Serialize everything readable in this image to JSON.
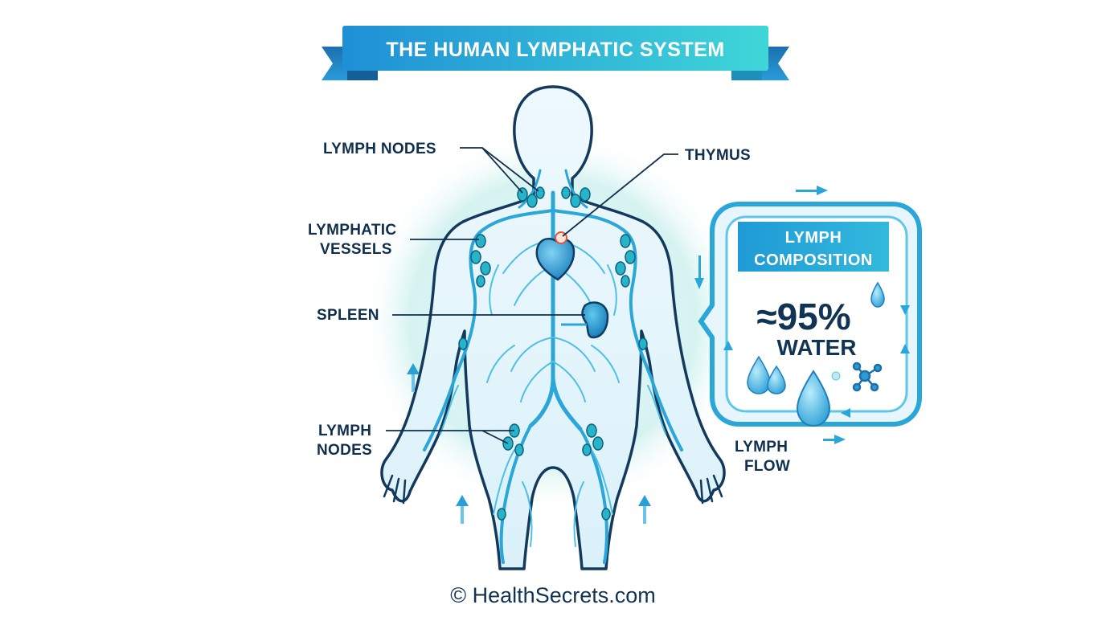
{
  "title": "THE HUMAN LYMPHATIC SYSTEM",
  "labels": {
    "lymph_nodes_top": "LYMPH NODES",
    "thymus": "THYMUS",
    "lymphatic_vessels_line1": "LYMPHATIC",
    "lymphatic_vessels_line2": "VESSELS",
    "spleen": "SPLEEN",
    "lymph_nodes_bottom_line1": "LYMPH",
    "lymph_nodes_bottom_line2": "NODES",
    "lymph_flow_line1": "LYMPH",
    "lymph_flow_line2": "FLOW"
  },
  "composition_box": {
    "heading_line1": "LYMPH",
    "heading_line2": "COMPOSITION",
    "value": "≈95%",
    "value_label": "WATER"
  },
  "footer": "© HealthSecrets.com",
  "colors": {
    "banner_start": "#1f8fd6",
    "banner_end": "#3fd6d8",
    "text_dark": "#0f2f4d",
    "vessel": "#2aa6d8",
    "node": "#26b4c9",
    "halo": "#d8f4f2",
    "spleen": "#1d8fc8",
    "heart": "#2f97d1"
  },
  "icons": [
    "water-drop-icon",
    "molecule-icon",
    "flow-arrow-icon",
    "heart-icon"
  ]
}
